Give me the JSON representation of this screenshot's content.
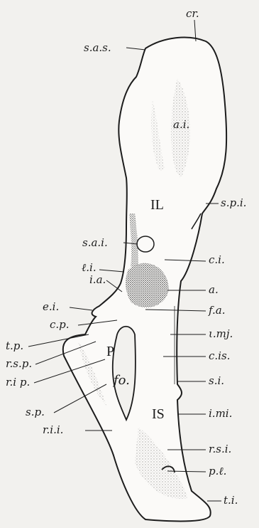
{
  "figure": {
    "colors": {
      "paper": "#f2f1ee",
      "ink": "#1c1c1c",
      "bone": "#fbfaf8",
      "stipple": "#6e6e6e"
    },
    "labels": {
      "cr": "cr.",
      "sas": "s.a.s.",
      "ai": "a.i.",
      "IL": "IL",
      "spi": "s.p.i.",
      "sai": "s.a.i.",
      "ci": "c.i.",
      "li": "ℓ.i.",
      "ia": "i.a.",
      "a": "a.",
      "ei": "e.i.",
      "fa": "f.a.",
      "cp": "c.p.",
      "imj": "ι.mj.",
      "tp": "t.p.",
      "cis": "c.is.",
      "P": "P",
      "rsp": "r.s.p.",
      "fo": "fo.",
      "si": "s.i.",
      "rip": "r.i p.",
      "IS": "IS",
      "imi": "i.mi.",
      "sp": "s.p.",
      "rii": "r.i.i.",
      "rsi": "r.s.i.",
      "pl": "p.ℓ.",
      "ti": "t.i."
    }
  }
}
